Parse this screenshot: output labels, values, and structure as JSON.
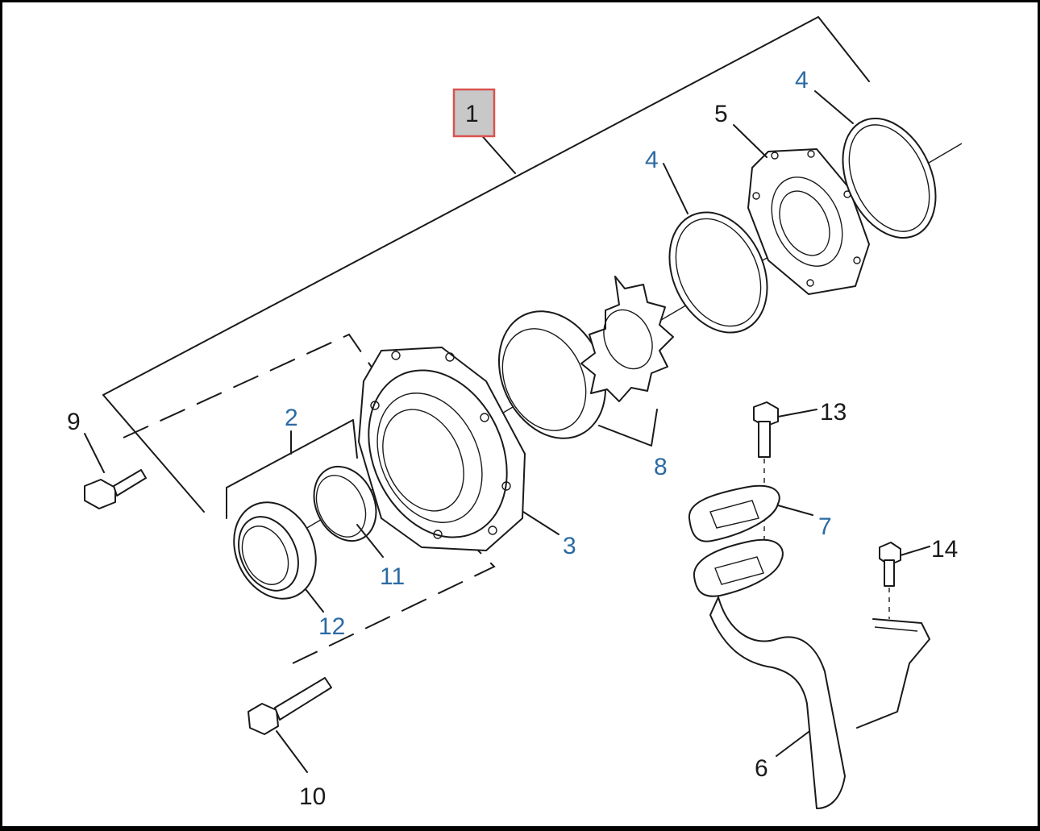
{
  "diagram": {
    "highlight_color": "#d9534f",
    "highlight_fill": "#c8c8c8",
    "blue_label_color": "#2b6aa3",
    "black_label_color": "#1a1a1a",
    "callouts": [
      {
        "id": "1",
        "text": "1",
        "color": "black",
        "highlighted": true
      },
      {
        "id": "2",
        "text": "2",
        "color": "blue"
      },
      {
        "id": "3",
        "text": "3",
        "color": "blue"
      },
      {
        "id": "4a",
        "text": "4",
        "color": "blue"
      },
      {
        "id": "4b",
        "text": "4",
        "color": "blue"
      },
      {
        "id": "5",
        "text": "5",
        "color": "black"
      },
      {
        "id": "6",
        "text": "6",
        "color": "black"
      },
      {
        "id": "7",
        "text": "7",
        "color": "blue"
      },
      {
        "id": "8",
        "text": "8",
        "color": "blue"
      },
      {
        "id": "9",
        "text": "9",
        "color": "black"
      },
      {
        "id": "10",
        "text": "10",
        "color": "black"
      },
      {
        "id": "11",
        "text": "11",
        "color": "blue"
      },
      {
        "id": "12",
        "text": "12",
        "color": "blue"
      },
      {
        "id": "13",
        "text": "13",
        "color": "black"
      },
      {
        "id": "14",
        "text": "14",
        "color": "black"
      }
    ]
  }
}
